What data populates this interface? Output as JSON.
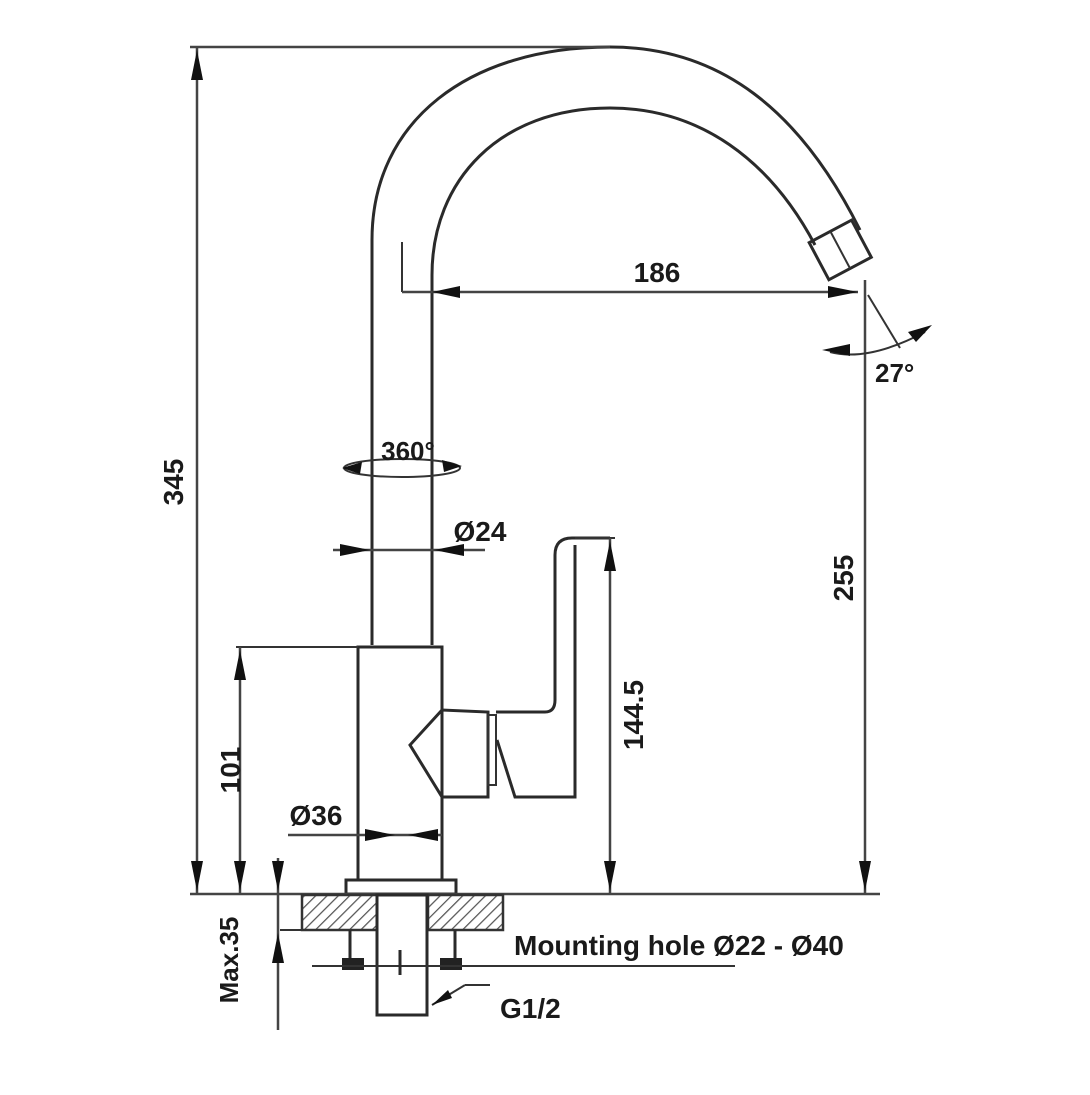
{
  "diagram": {
    "subject": "Kitchen faucet technical drawing",
    "colors": {
      "line": "#2a2a2a",
      "hatch": "#555555",
      "background": "#ffffff",
      "text": "#1a1a1a"
    },
    "dimensions": {
      "total_height": "345",
      "spout_reach": "186",
      "spout_angle": "27°",
      "spout_outlet_height": "255",
      "rotation": "360°",
      "spout_diameter": "Ø24",
      "handle_height": "144.5",
      "body_height": "101",
      "body_diameter": "Ø36",
      "max_counter_thickness": "Max.35"
    },
    "labels": {
      "mounting_hole": "Mounting hole Ø22 - Ø40",
      "thread": "G1/2"
    }
  }
}
